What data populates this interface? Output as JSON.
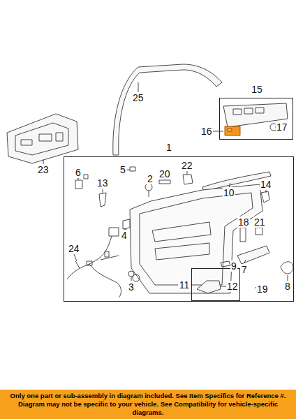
{
  "diagram": {
    "nodes": [
      {
        "text": [
          "1"
        ]
      },
      {
        "text": [
          "11"
        ],
        "in": 0
      },
      {
        "text": [
          "15"
        ]
      },
      {
        "text": [
          "Only one part or sub-assembly in diagram included. See Item Specifics for Reference #. Diagram may not be specific to your vehicle. See Compatibility for vehicle-specific diagrams."
        ]
      }
    ],
    "edges": [],
    "labels": [
      "25",
      "16",
      "17",
      "23",
      "6",
      "5",
      "2",
      "20",
      "22",
      "10",
      "13",
      "14",
      "4",
      "24",
      "18",
      "21",
      "3",
      "9",
      "7",
      "8",
      "12",
      "19"
    ]
  }
}
